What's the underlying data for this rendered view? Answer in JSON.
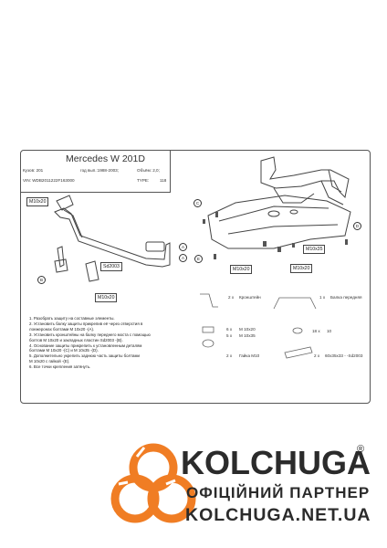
{
  "header": {
    "title": "Mercedes W 201D",
    "body_label": "Кузов: 201",
    "year_label": "год вып.:1988-2003;",
    "volume_label": "Объём: 2,0;",
    "vin_label": "VIN: WDB2011222F163000",
    "type_label": "TYPE:",
    "type_value": "118"
  },
  "labels": {
    "m10x20_a": "M10x20",
    "sd2003": "Sd2003",
    "m10x20_b": "M10x20",
    "m10x35": "M10x35",
    "m10x20_c": "M10x20",
    "m10x20_d": "M10x20",
    "marker_a1": "A",
    "marker_a2": "A",
    "marker_b": "B",
    "marker_c": "C",
    "marker_d": "D",
    "marker_e": "E"
  },
  "instructions": [
    "1.   Разобрать защиту на составные элементы.",
    "2.   Установить балку защиты прикрепив её через отверстия в",
    "      лонжеронах болтами М 10х20 -(А).",
    "3.   Установить кронштейны на балку переднего моста с помощью",
    "      болтов М 10х20 и закладных пластин Sd2003 -(В).",
    "4.   Основание защиты прикрепить к установленным деталям",
    "      болтами М 10х20 -(С) и М 10х35 -(D).",
    "5.   Дополнительно укрепить заднюю часть защиты болтами",
    "      М 10х20 с гайкой -(Е).",
    "6.   Все точки крепления затянуть."
  ],
  "parts": [
    {
      "qty": "2 х",
      "name": "Кронштейн"
    },
    {
      "qty": "1 х",
      "name": "Балка передняя"
    },
    {
      "qty": "6 х",
      "name": "M 10x20"
    },
    {
      "qty": "5 х",
      "name": "M 10x35"
    },
    {
      "qty": "18 х",
      "name": "10"
    },
    {
      "qty": "2 х",
      "name": "Гайка M10"
    },
    {
      "qty": "2 х",
      "name": "60х35х33 - -Sd2003"
    }
  ],
  "brand": {
    "name": "KOLCHUGA",
    "registered": "®",
    "partner": "ОФІЦІЙНИЙ ПАРТНЕР",
    "site": "KOLCHUGA.NET.UA",
    "logo_color": "#f07d24",
    "text_color": "#2b2b2b"
  }
}
